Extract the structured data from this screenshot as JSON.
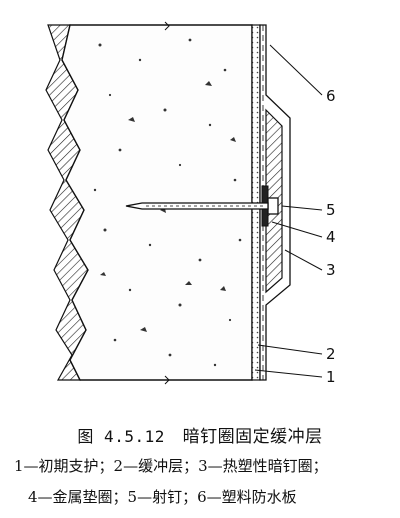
{
  "figure": {
    "labels": [
      "6",
      "5",
      "4",
      "3",
      "2",
      "1"
    ]
  },
  "caption": {
    "figure_number": "图 4.5.12",
    "title": "暗钉圈固定缓冲层",
    "legend_line_1": "1—初期支护；2—缓冲层；3—热塑性暗钉圈；",
    "legend_line_2": "4—金属垫圈；5—射钉；6—塑料防水板"
  }
}
